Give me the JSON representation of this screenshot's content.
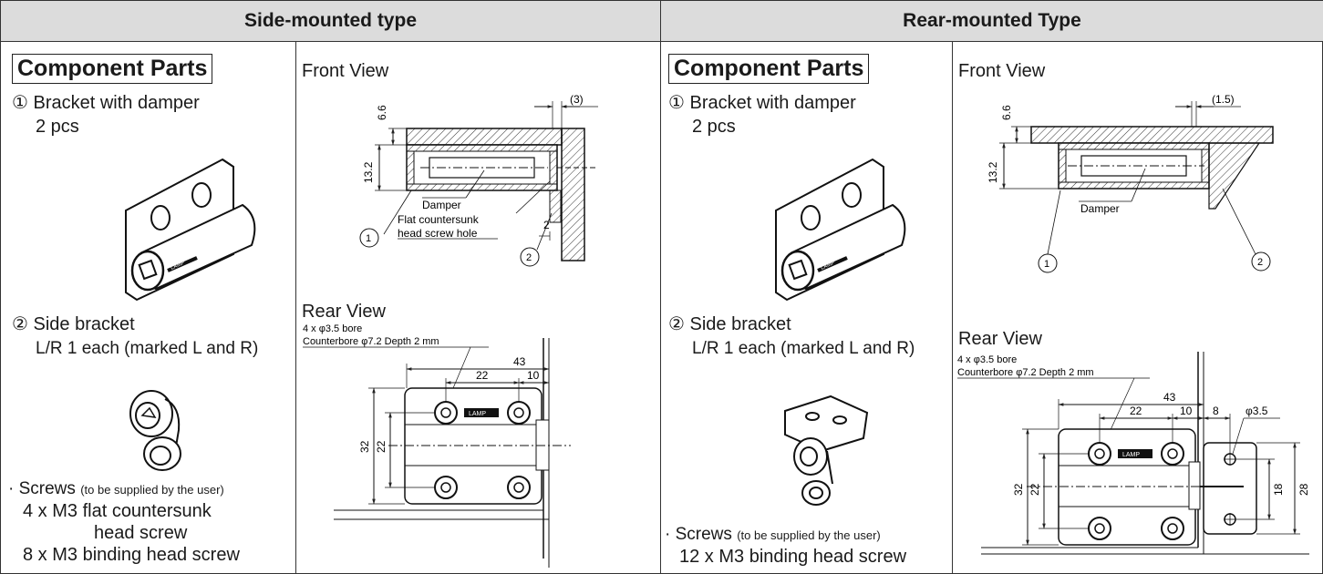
{
  "headers": {
    "side": "Side-mounted type",
    "rear": "Rear-mounted Type"
  },
  "side": {
    "component_title": "Component Parts",
    "part1_name": "① Bracket with damper",
    "part1_qty": "2 pcs",
    "part2_name": "② Side bracket",
    "part2_qty": "L/R 1 each (marked L and R)",
    "screws_label": "· Screws",
    "screws_note": "(to be supplied by the user)",
    "screw1_line1": "4 x M3 flat countersunk",
    "screw1_line2": "head screw",
    "screw2": "8 x M3 binding head screw",
    "front_view": "Front View",
    "rear_view": "Rear View",
    "front_dims": {
      "d1": "(3)",
      "d2": "6.6",
      "d3": "13.2",
      "d4": "2"
    },
    "front_labels": {
      "damper": "Damper",
      "hole1": "Flat countersunk",
      "hole2": "head screw hole",
      "c1": "1",
      "c2": "2"
    },
    "rear_notes": {
      "bore": "4 x φ3.5 bore",
      "cbore": "Counterbore φ7.2  Depth 2 mm"
    },
    "rear_dims": {
      "d43": "43",
      "d22": "22",
      "d10": "10",
      "d32": "32",
      "d22v": "22"
    },
    "brand": "LAMP"
  },
  "rear": {
    "component_title": "Component Parts",
    "part1_name": "① Bracket with damper",
    "part1_qty": "2 pcs",
    "part2_name": "② Side bracket",
    "part2_qty": "L/R 1 each (marked L and R)",
    "screws_label": "· Screws",
    "screws_note": "(to be supplied by the user)",
    "screw1": "12 x M3 binding head screw",
    "front_view": "Front View",
    "rear_view": "Rear View",
    "front_dims": {
      "d1": "(1.5)",
      "d2": "6.6",
      "d3": "13.2"
    },
    "front_labels": {
      "damper": "Damper",
      "c1": "1",
      "c2": "2"
    },
    "rear_notes": {
      "bore": "4 x φ3.5 bore",
      "cbore": "Counterbore φ7.2  Depth 2 mm"
    },
    "rear_dims": {
      "d43": "43",
      "d22": "22",
      "d10": "10",
      "d8": "8",
      "dphi": "φ3.5",
      "d32": "32",
      "d22v": "22",
      "d18": "18",
      "d28": "28"
    },
    "brand": "LAMP"
  }
}
